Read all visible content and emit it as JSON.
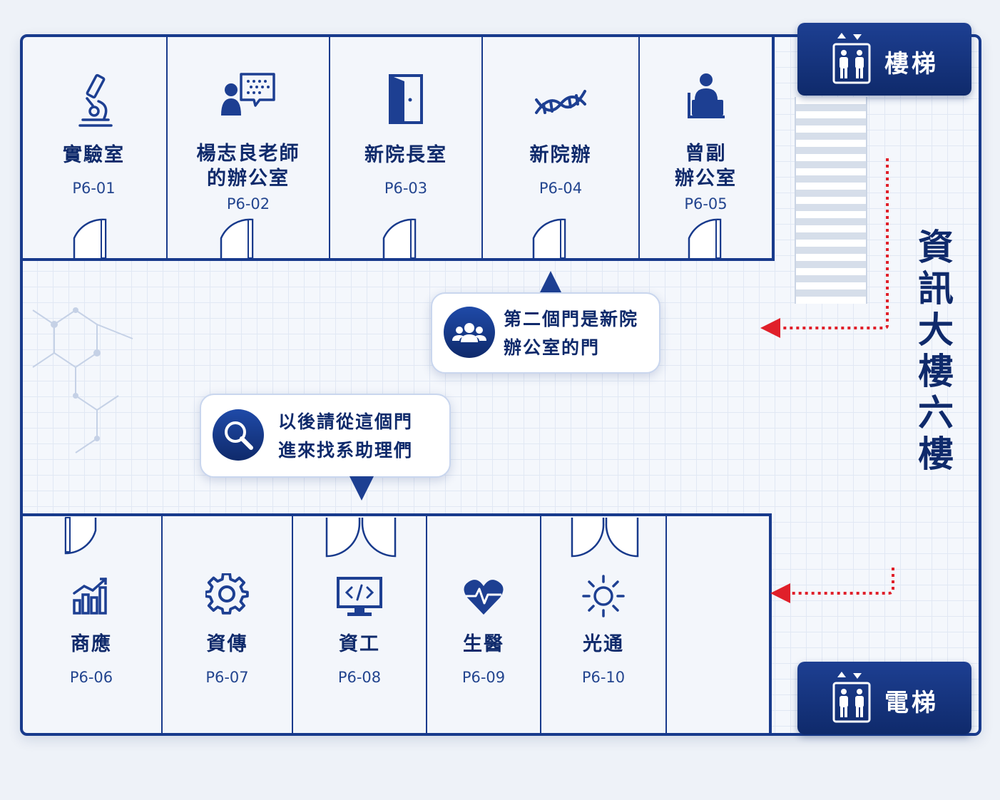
{
  "building_title": "資訊大樓六樓",
  "stairs_label": "樓梯",
  "elevator_label": "電梯",
  "top_rooms": [
    {
      "name": "實驗室",
      "code": "P6-01",
      "icon": "microscope-icon"
    },
    {
      "name": "楊志良老師\n的辦公室",
      "code": "P6-02",
      "icon": "presenter-icon"
    },
    {
      "name": "新院長室",
      "code": "P6-03",
      "icon": "door-icon"
    },
    {
      "name": "新院辦",
      "code": "P6-04",
      "icon": "dna-icon"
    },
    {
      "name": "曾副\n辦公室",
      "code": "P6-05",
      "icon": "person-desk-icon"
    }
  ],
  "bottom_rooms": [
    {
      "name": "商應",
      "code": "P6-06",
      "icon": "bar-chart-icon"
    },
    {
      "name": "資傳",
      "code": "P6-07",
      "icon": "gear-icon"
    },
    {
      "name": "資工",
      "code": "P6-08",
      "icon": "code-monitor-icon"
    },
    {
      "name": "生醫",
      "code": "P6-09",
      "icon": "heart-pulse-icon"
    },
    {
      "name": "光通",
      "code": "P6-10",
      "icon": "sun-icon"
    }
  ],
  "callout_office": {
    "line1": "第二個門是新院",
    "line2": "辦公室的門",
    "icon": "group-icon"
  },
  "callout_entry": {
    "line1": "以後請從這個門",
    "line2": "進來找系助理們",
    "icon": "search-icon"
  },
  "colors": {
    "navy": "#0f2a6b",
    "wall": "#183a8c",
    "arrow_red": "#e0202a",
    "background": "#eef2f8"
  }
}
